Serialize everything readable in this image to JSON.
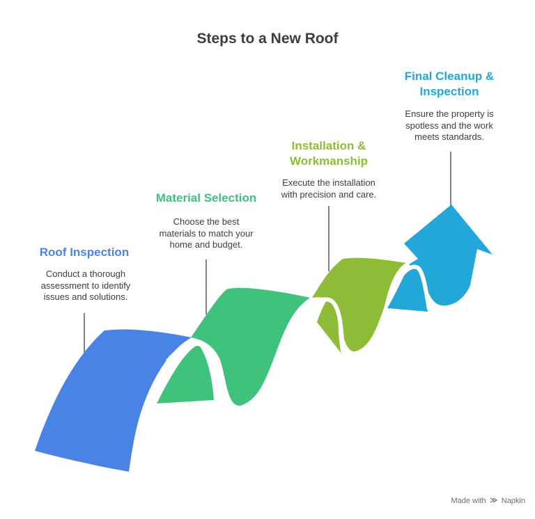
{
  "title": "Steps to a New Roof",
  "steps": [
    {
      "title": "Roof Inspection",
      "description": "Conduct a thorough assessment to identify issues and solutions.",
      "color": "#4a83e6"
    },
    {
      "title": "Material Selection",
      "description": "Choose the best materials to match your home and budget.",
      "color": "#3ec27c"
    },
    {
      "title": "Installation & Workmanship",
      "description": "Execute the installation with precision and care.",
      "color": "#8fbc37"
    },
    {
      "title": "Final Cleanup & Inspection",
      "description": "Ensure the property is spotless and the work meets standards.",
      "color": "#22a7d8"
    }
  ],
  "footer": {
    "prefix": "Made with",
    "brand": "Napkin"
  }
}
